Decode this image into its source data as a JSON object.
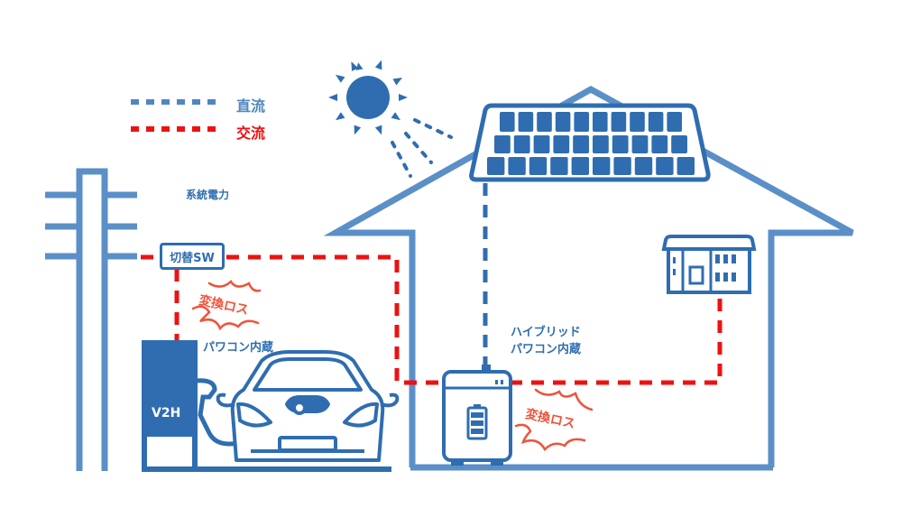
{
  "legend": {
    "dc_label": "直流",
    "ac_label": "交流",
    "dc_color": "#4f86c0",
    "ac_color": "#ee1111"
  },
  "labels": {
    "grid_power": "系統電力",
    "switch": "切替SW",
    "v2h_pcs": "パワコン内蔵",
    "hybrid_line1": "ハイブリッド",
    "hybrid_line2": "パワコン内蔵",
    "v2h": "V2H",
    "conversion_loss_1": "変換ロス",
    "conversion_loss_2": "変換ロス"
  },
  "icons": [
    "utility-pole-icon",
    "sun-icon",
    "solar-panel-icon",
    "v2h-charger-icon",
    "electric-car-icon",
    "battery-storage-icon",
    "distribution-board-icon"
  ],
  "colors": {
    "outline": "#5b8fc7",
    "icon": "#2f6db0",
    "loss": "#f0533a"
  }
}
